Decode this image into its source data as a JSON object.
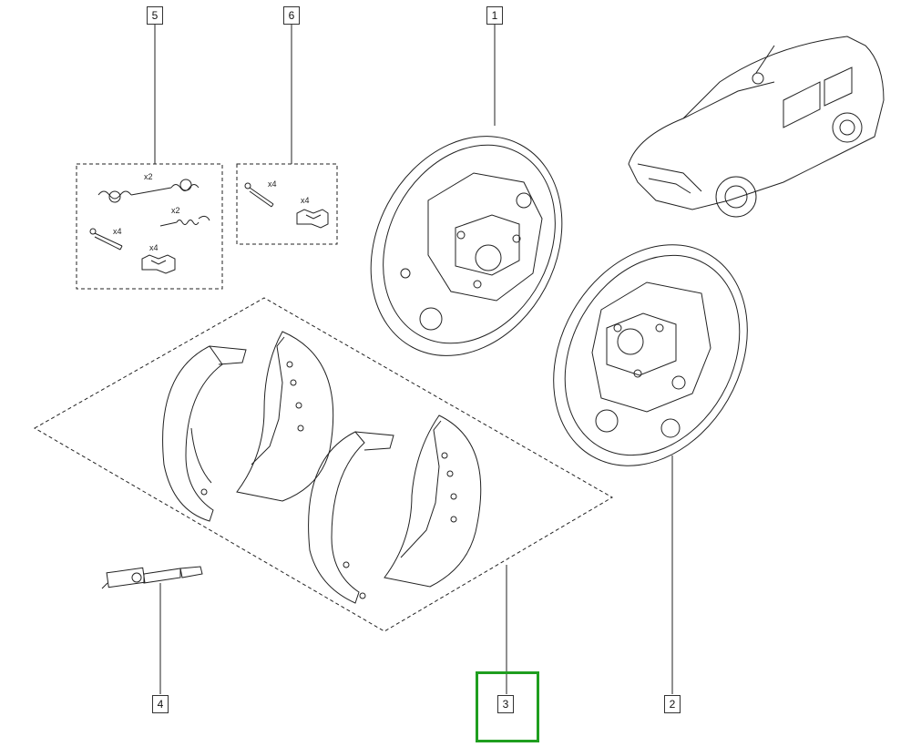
{
  "callouts": {
    "c1": "1",
    "c2": "2",
    "c3": "3",
    "c4": "4",
    "c5": "5",
    "c6": "6"
  },
  "kit5": {
    "springs_top_qty": "x2",
    "spring_small_qty": "x2",
    "pins_qty": "x4",
    "clips_qty": "x4"
  },
  "kit6": {
    "pins_qty": "x4",
    "clips_qty": "x4"
  },
  "highlight": {
    "label": "3",
    "color": "#1f9e1f"
  }
}
